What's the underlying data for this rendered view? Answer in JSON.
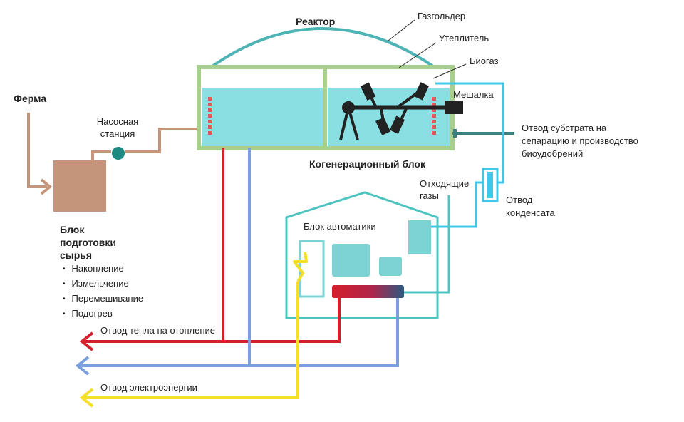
{
  "labels": {
    "reactor": "Реактор",
    "gasholder": "Газгольдер",
    "insulation": "Утеплитель",
    "biogas": "Биогаз",
    "mixer": "Мешалка",
    "farm": "Ферма",
    "pump_station_line1": "Насосная",
    "pump_station_line2": "станция",
    "cogeneration": "Когенерационный блок",
    "substrate_line1": "Отвод субстрата на",
    "substrate_line2": "сепарацию и производство",
    "substrate_line3": "биоудобрений",
    "exhaust_line1": "Отходящие",
    "exhaust_line2": "газы",
    "condensate_line1": "Отвод",
    "condensate_line2": "конденсата",
    "automation": "Блок автоматики",
    "prep_line1": "Блок",
    "prep_line2": "подготовки",
    "prep_line3": "сырья",
    "heat_out": "Отвод тепла на отопление",
    "electricity_out": "Отвод электроэнергии"
  },
  "prep_steps": [
    "Накопление",
    "Измельчение",
    "Перемешивание",
    "Подогрев"
  ],
  "colors": {
    "substrate_pipe": "#c4957a",
    "reactor_frame": "#a8cf8e",
    "liquid": "#8adfe2",
    "gas_dome": "#4fb3b5",
    "heat": "#d41f2c",
    "cool": "#7a9ee0",
    "electric": "#f5df2a",
    "gas_line": "#3ec8ea",
    "building": "#4ec4c0",
    "block": "#7dd3d4",
    "dark": "#222222",
    "heater": "#e05a5a",
    "drain": "#3f7f82"
  }
}
